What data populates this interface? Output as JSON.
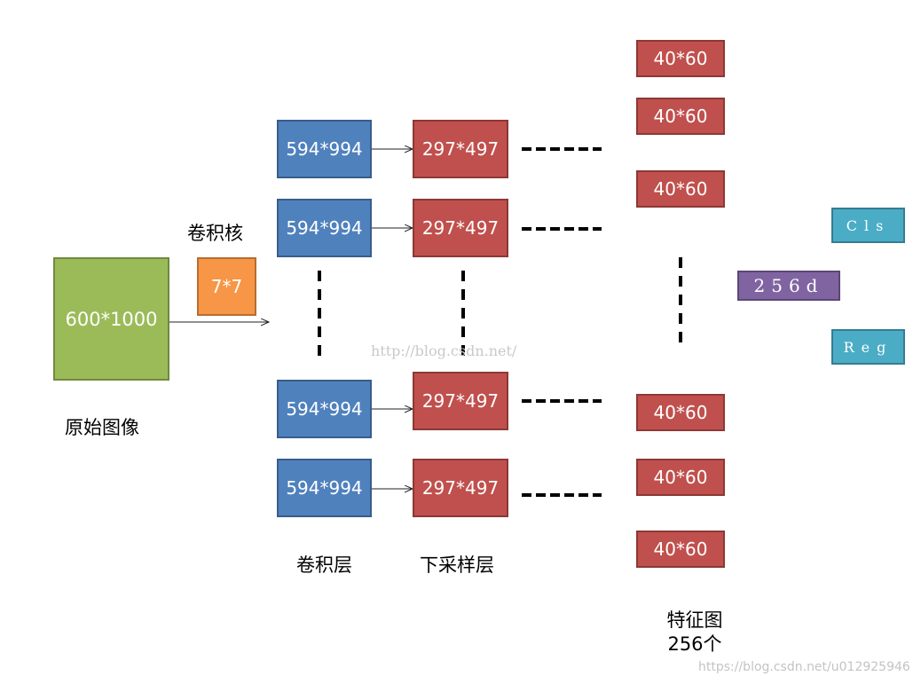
{
  "input": {
    "size": "600*1000",
    "label": "原始图像"
  },
  "kernel": {
    "size": "7*7",
    "label": "卷积核"
  },
  "conv_layers": [
    "594*994",
    "594*994",
    "594*994",
    "594*994"
  ],
  "pool_layers": [
    "297*497",
    "297*497",
    "297*497",
    "297*497"
  ],
  "conv_label": "卷积层",
  "pool_label": "下采样层",
  "feature_maps": [
    "40*60",
    "40*60",
    "40*60",
    "40*60",
    "40*60",
    "40*60"
  ],
  "feature_label_line1": "特征图",
  "feature_label_line2": "256个",
  "vector": "256d",
  "outputs": {
    "cls": "Cls",
    "reg": "Reg"
  },
  "watermark": "http://blog.csdn.net/",
  "footer": "https://blog.csdn.net/u012925946",
  "colors": {
    "input": "#9bbb59",
    "kernel": "#f79646",
    "conv": "#4f81bd",
    "pool": "#c0504d",
    "vector": "#8064a2",
    "output": "#4bacc6"
  }
}
